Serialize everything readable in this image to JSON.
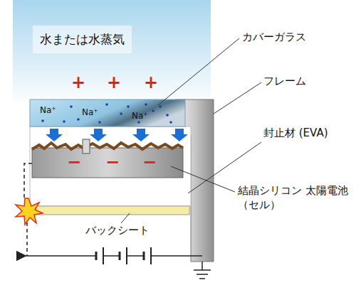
{
  "diagram": {
    "nodes": [
      {
        "text": [
          "水または水蒸気"
        ]
      }
    ],
    "labels": [
      "カバーガラス",
      "フレーム",
      "封止材 (EVA)",
      "結晶シリコン 太陽電池（セル）",
      "+",
      "+",
      "+",
      "Na⁺",
      "Na⁺",
      "Na⁺",
      "−",
      "−",
      "−",
      "バックシート"
    ]
  }
}
